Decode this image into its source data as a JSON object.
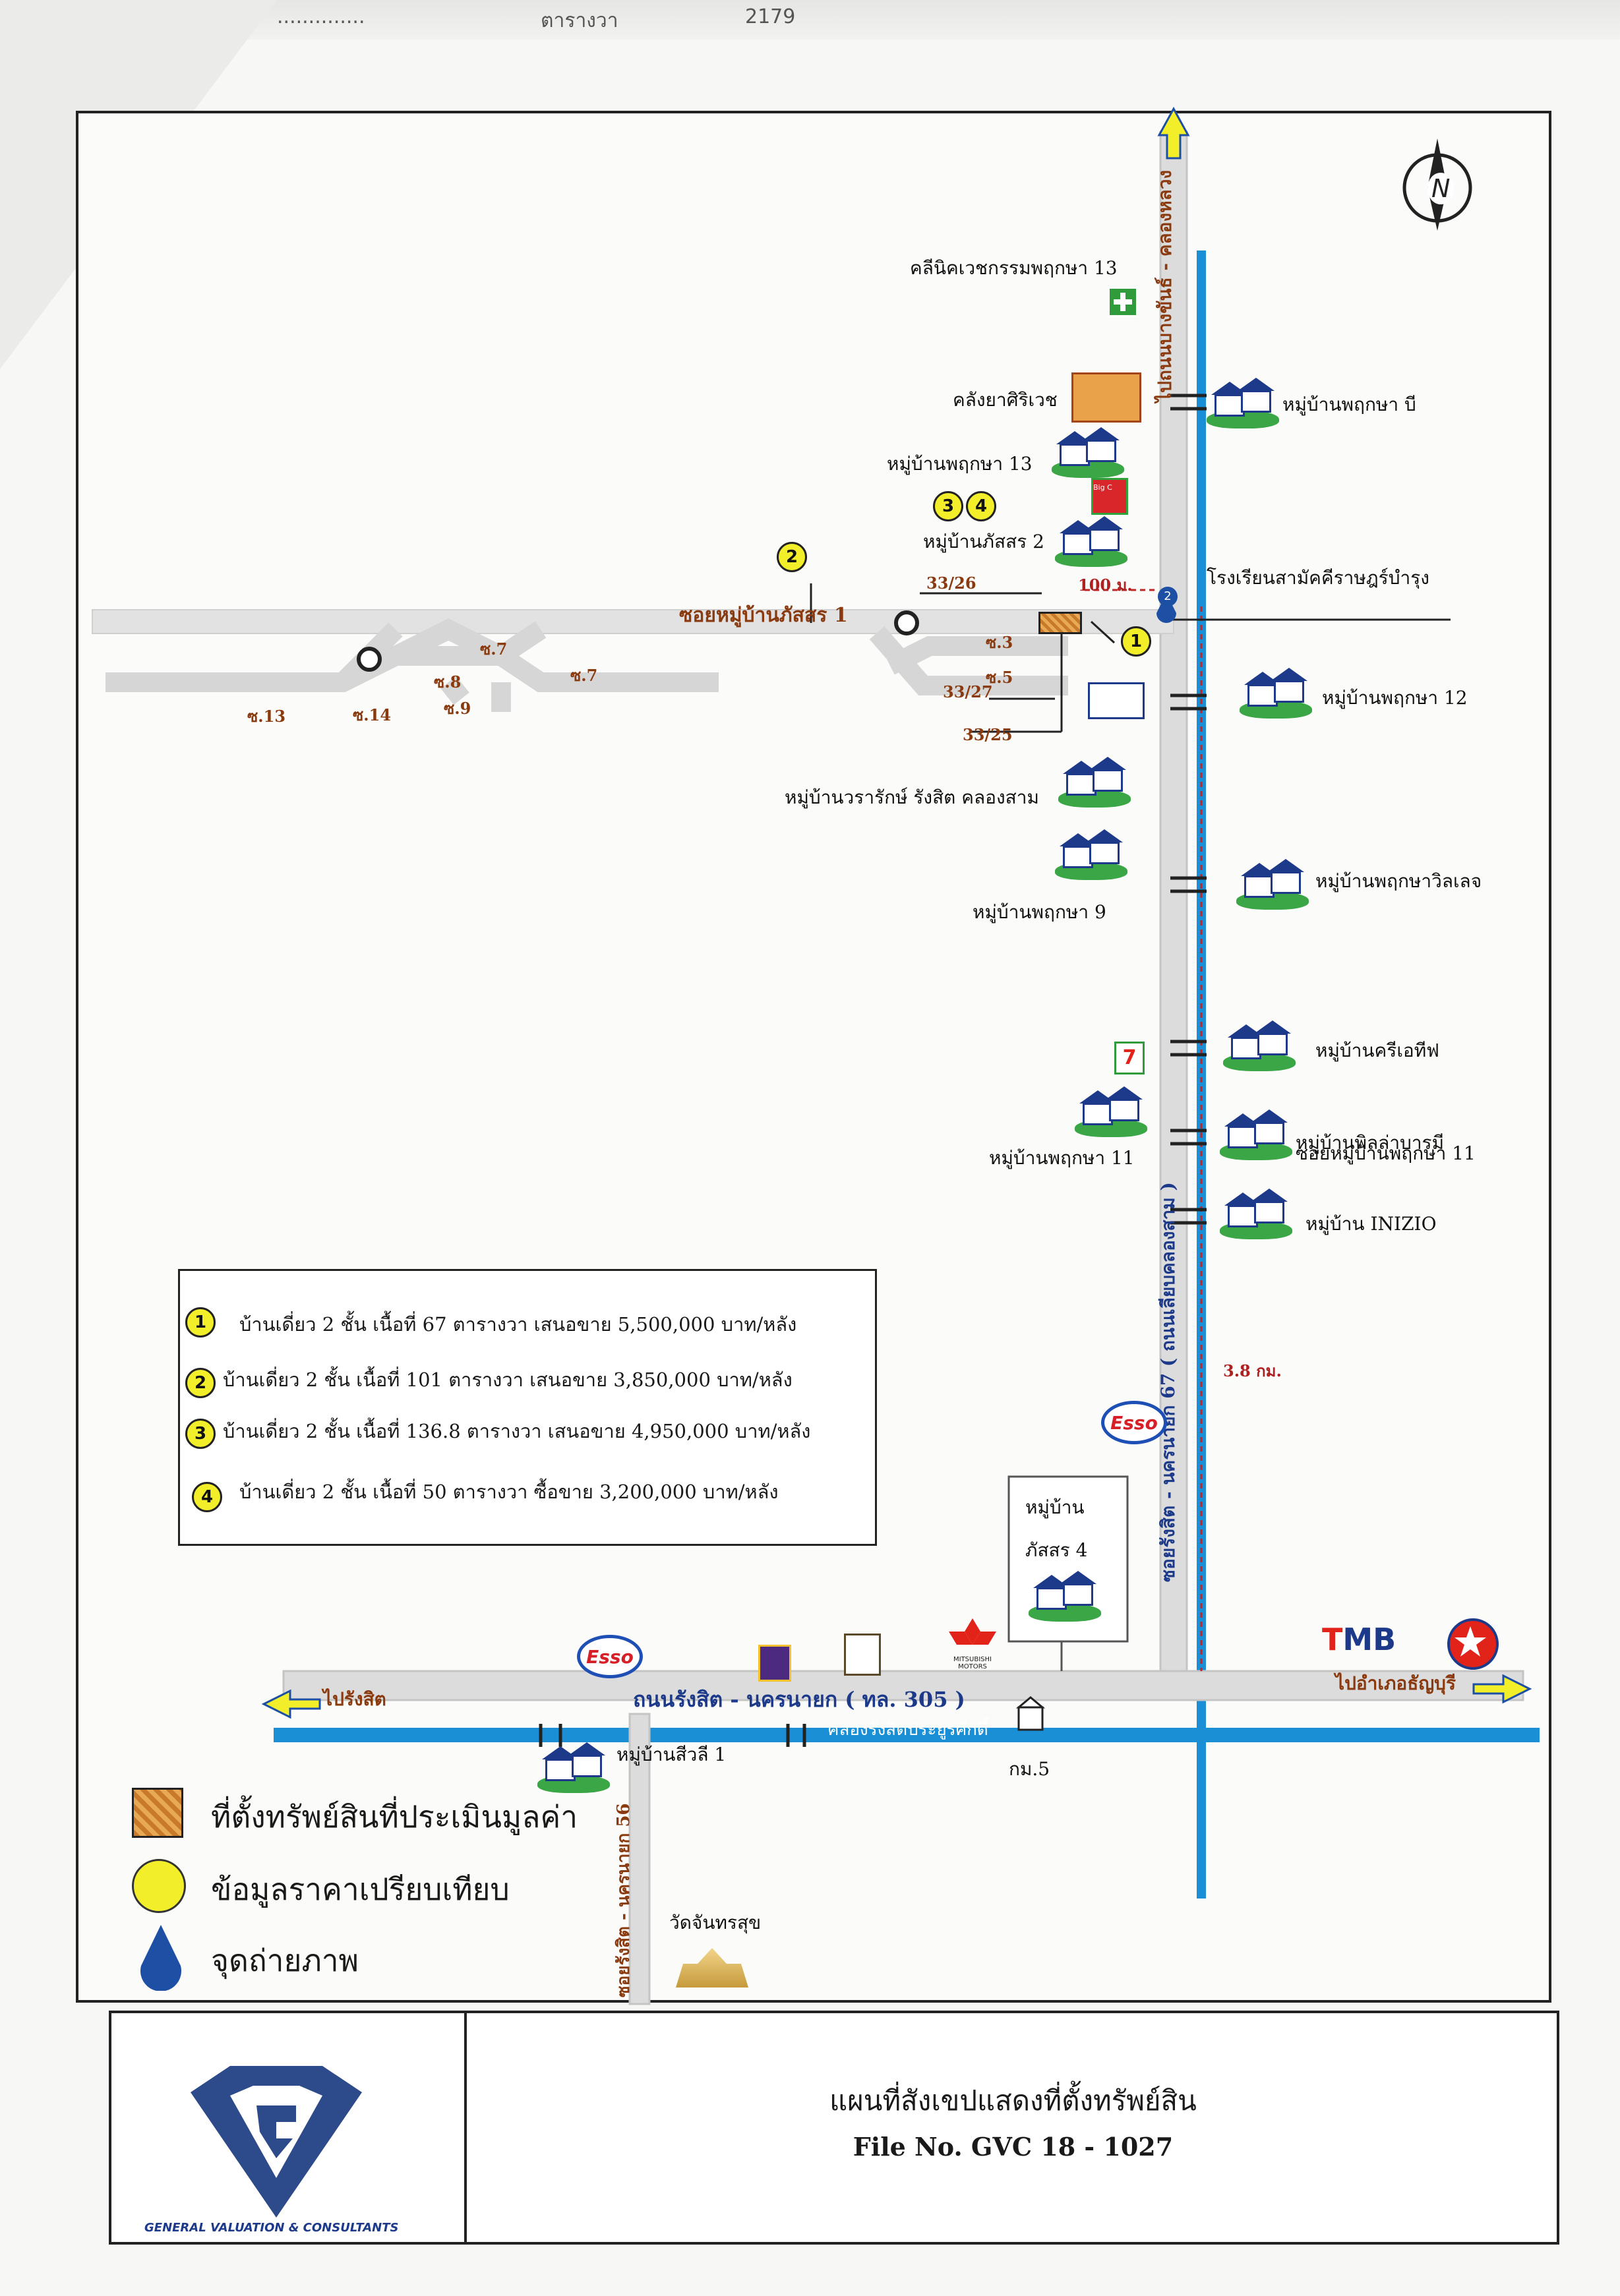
{
  "scan_header": {
    "left": "..............",
    "mid": "ตารางวา",
    "right": "2179"
  },
  "map": {
    "colors": {
      "road": "#dcdcdc",
      "road_edge": "#c4c4c4",
      "canal": "#1a8fd6",
      "brown_label": "#8a3a0f",
      "comparable": "#f2ee2a",
      "photo_point": "#1d4fa5",
      "subject": "#c87a2a"
    },
    "north_label": "N",
    "labels": {
      "clinic": "คลีนิคเวชกรรมพฤกษา 13",
      "pharmacy": "คลังยาศิริเวช",
      "v_pruksa_b": "หมู่บ้านพฤกษา บี",
      "v_pruksa13": "หมู่บ้านพฤกษา 13",
      "v_passorn2": "หมู่บ้านภัสสร 2",
      "school": "โรงเรียนสามัคคีราษฎร์บำรุง",
      "dist_100": "100 ม.",
      "soi_passorn1": "ซอยหมู่บ้านภัสสร 1",
      "h33_26": "33/26",
      "h33_27": "33/27",
      "h33_25": "33/25",
      "s3": "ซ.3",
      "s5": "ซ.5",
      "s7a": "ซ.7",
      "s7b": "ซ.7",
      "s8": "ซ.8",
      "s9": "ซ.9",
      "s13": "ซ.13",
      "s14": "ซ.14",
      "v_pruksa12": "หมู่บ้านพฤกษา 12",
      "v_warasak": "หมู่บ้านวรารักษ์ รังสิต คลองสาม",
      "v_pruksa_village": "หมู่บ้านพฤกษาวิลเลจ",
      "v_pruksa9": "หมู่บ้านพฤกษา 9",
      "v_creative": "หมู่บ้านครีเอทีฟ",
      "v_pruksa11": "หมู่บ้านพฤกษา 11",
      "v_overlap": "หมู่บ้านพิลล่าบารมี",
      "v_overlap2": "ซอยหมู่บ้านพฤกษา 11",
      "v_inizio": "หมู่บ้าน INIZIO",
      "dist_38": "3.8 กม.",
      "v_passorn4_a": "หมู่บ้าน",
      "v_passorn4_b": "ภัสสร 4",
      "to_rangsit": "ไปรังสิต",
      "to_thanyaburi": "ไปอำเภอธัญบุรี",
      "main_road": "ถนนรังสิต - นครนายก ( ทล. 305 )",
      "canal": "คลองรังสิตประยูรศักดิ์",
      "v_sawali": "หมู่บ้านสีวลี 1",
      "km5": "กม.5",
      "wat": "วัดจันทรสุข",
      "soi56": "ซอยรังสิต - นครนายก 56",
      "soi67": "ซอยรังสิต - นครนายก 67 ( ถนนเลียบคลองสาม )",
      "to_north": "ไปถนนบางขันธ์ - คลองหลวง",
      "esso": "Esso",
      "tmb_t": "T",
      "tmb_mb": "MB",
      "mitsu": "MITSUBISHI MOTORS",
      "big_c": "Big C"
    }
  },
  "comparables": [
    {
      "num": "1",
      "text": "บ้านเดี่ยว 2 ชั้น  เนื้อที่ 67 ตารางวา เสนอขาย 5,500,000 บาท/หลัง"
    },
    {
      "num": "2",
      "text": "บ้านเดี่ยว 2 ชั้น  เนื้อที่ 101 ตารางวา เสนอขาย 3,850,000 บาท/หลัง"
    },
    {
      "num": "3",
      "text": "บ้านเดี่ยว 2 ชั้น  เนื้อที่ 136.8 ตารางวา เสนอขาย 4,950,000 บาท/หลัง"
    },
    {
      "num": "4",
      "text": "บ้านเดี่ยว 2 ชั้น  เนื้อที่ 50 ตารางวา ซื้อขาย 3,200,000 บาท/หลัง"
    }
  ],
  "key": {
    "subject": "ที่ตั้งทรัพย์สินที่ประเมินมูลค่า",
    "comparable": "ข้อมูลราคาเปรียบเทียบ",
    "photo": "จุดถ่ายภาพ"
  },
  "title_block": {
    "title": "แผนที่สังเขปแสดงที่ตั้งทรัพย์สิน",
    "file_no": "File No. GVC 18 - 1027",
    "company": "GENERAL VALUATION & CONSULTANTS"
  }
}
